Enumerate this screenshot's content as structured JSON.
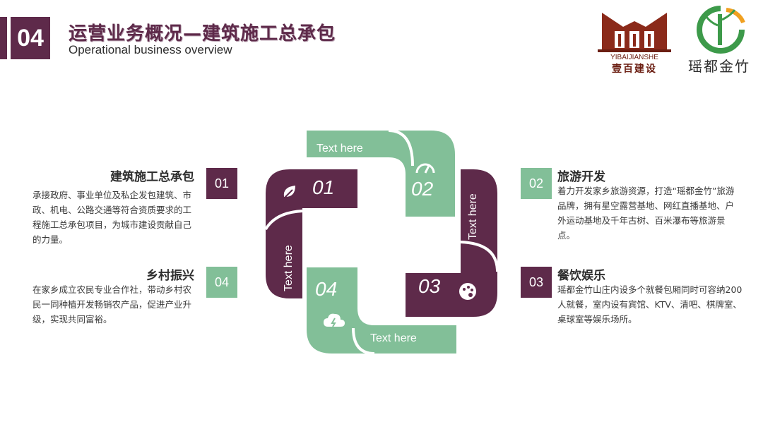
{
  "header": {
    "number": "04",
    "title": "运营业务概况—建筑施工总承包",
    "subtitle": "Operational business overview"
  },
  "logos": {
    "left": {
      "en": "YIBAIJIANSHE",
      "cn": "壹百建设"
    },
    "right": {
      "cn": "瑶都金竹"
    }
  },
  "colors": {
    "purple": "#5e2a4a",
    "green": "#82bf98"
  },
  "sections": [
    {
      "number": "01",
      "title": "建筑施工总承包",
      "body": "承接政府、事业单位及私企发包建筑、市政、机电、公路交通等符合资质要求的工程施工总承包项目，为城市建设贡献自己的力量。"
    },
    {
      "number": "02",
      "title": "旅游开发",
      "body": "着力开发家乡旅游资源，打造“瑶都金竹”旅游品牌，拥有星空露营基地、网红直播基地、户外运动基地及千年古树、百米瀑布等旅游景点。"
    },
    {
      "number": "03",
      "title": "餐饮娱乐",
      "body": "瑶都金竹山庄内设多个就餐包厢同时可容纳200人就餐，室内设有宾馆、KTV、清吧、棋牌室、桌球室等娱乐场所。"
    },
    {
      "number": "04",
      "title": "乡村振兴",
      "body": "在家乡成立农民专业合作社，带动乡村农民一同种植开发畅销农产品，促进产业升级，实现共同富裕。"
    }
  ],
  "diagram": {
    "labels": [
      "01",
      "02",
      "03",
      "04"
    ],
    "text_here": "Text here",
    "icons": [
      "leaf-icon",
      "gauge-icon",
      "palette-icon",
      "cloud-icon"
    ]
  }
}
